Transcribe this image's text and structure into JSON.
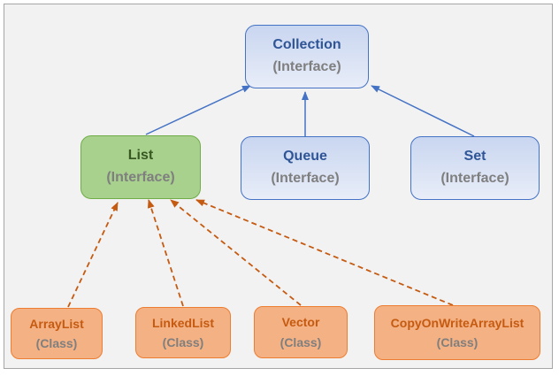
{
  "colors": {
    "interface_blue_fill": "#dae3f3",
    "interface_blue_border": "#4472c4",
    "interface_green_fill": "#a9d18e",
    "interface_green_border": "#70ad47",
    "class_fill": "#f4b183",
    "class_border": "#ed7d31",
    "solid_arrow": "#4472c4",
    "dashed_arrow": "#c55a11"
  },
  "nodes": {
    "collection": {
      "name": "Collection",
      "kind": "(Interface)"
    },
    "list": {
      "name": "List",
      "kind": "(Interface)"
    },
    "queue": {
      "name": "Queue",
      "kind": "(Interface)"
    },
    "set": {
      "name": "Set",
      "kind": "(Interface)"
    },
    "arraylist": {
      "name": "ArrayList",
      "kind": "(Class)"
    },
    "linkedlist": {
      "name": "LinkedList",
      "kind": "(Class)"
    },
    "vector": {
      "name": "Vector",
      "kind": "(Class)"
    },
    "cowal": {
      "name": "CopyOnWriteArrayList",
      "kind": "(Class)"
    }
  },
  "edges": [
    {
      "from": "list",
      "to": "collection",
      "style": "solid"
    },
    {
      "from": "queue",
      "to": "collection",
      "style": "solid"
    },
    {
      "from": "set",
      "to": "collection",
      "style": "solid"
    },
    {
      "from": "arraylist",
      "to": "list",
      "style": "dashed"
    },
    {
      "from": "linkedlist",
      "to": "list",
      "style": "dashed"
    },
    {
      "from": "vector",
      "to": "list",
      "style": "dashed"
    },
    {
      "from": "cowal",
      "to": "list",
      "style": "dashed"
    }
  ]
}
